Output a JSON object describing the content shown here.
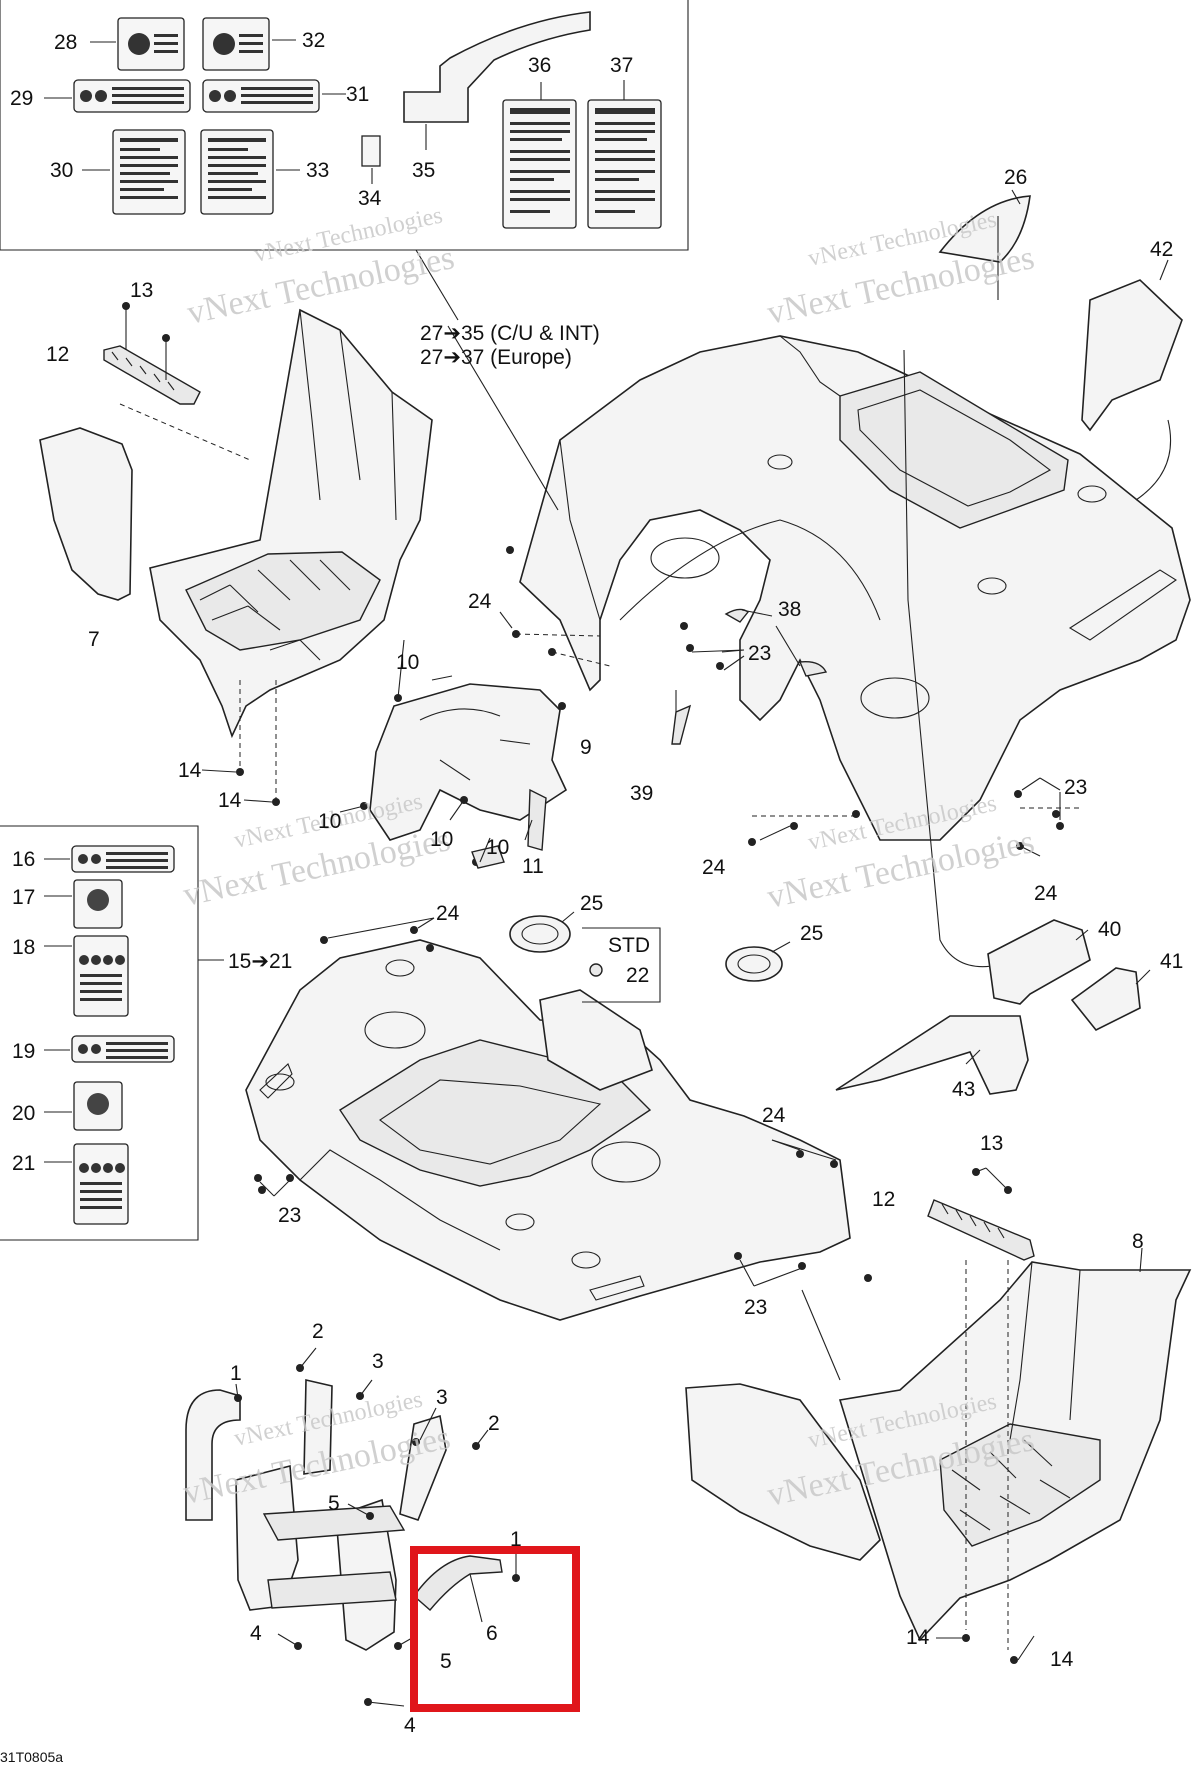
{
  "diagram_code": "31T0805a",
  "watermark": "vNext Technologies",
  "highlight_color": "#e0161b",
  "callouts": [
    {
      "id": "c28",
      "text": "28"
    },
    {
      "id": "c29",
      "text": "29"
    },
    {
      "id": "c30",
      "text": "30"
    },
    {
      "id": "c31",
      "text": "31"
    },
    {
      "id": "c32",
      "text": "32"
    },
    {
      "id": "c33",
      "text": "33"
    },
    {
      "id": "c34",
      "text": "34"
    },
    {
      "id": "c35",
      "text": "35"
    },
    {
      "id": "c36",
      "text": "36"
    },
    {
      "id": "c37",
      "text": "37"
    },
    {
      "id": "c26",
      "text": "26"
    },
    {
      "id": "c42",
      "text": "42"
    },
    {
      "id": "c13a",
      "text": "13"
    },
    {
      "id": "c12a",
      "text": "12"
    },
    {
      "id": "c7",
      "text": "7"
    },
    {
      "id": "c14a",
      "text": "14"
    },
    {
      "id": "c14b",
      "text": "14"
    },
    {
      "id": "c10a",
      "text": "10"
    },
    {
      "id": "c9",
      "text": "9"
    },
    {
      "id": "c10b",
      "text": "10"
    },
    {
      "id": "c10c",
      "text": "10"
    },
    {
      "id": "c10d",
      "text": "10"
    },
    {
      "id": "c11",
      "text": "11"
    },
    {
      "id": "c24a",
      "text": "24"
    },
    {
      "id": "c38",
      "text": "38"
    },
    {
      "id": "c23a",
      "text": "23"
    },
    {
      "id": "c39",
      "text": "39"
    },
    {
      "id": "c23b",
      "text": "23"
    },
    {
      "id": "c24b",
      "text": "24"
    },
    {
      "id": "c24c",
      "text": "24"
    },
    {
      "id": "c16",
      "text": "16"
    },
    {
      "id": "c17",
      "text": "17"
    },
    {
      "id": "c18",
      "text": "18"
    },
    {
      "id": "c19",
      "text": "19"
    },
    {
      "id": "c20",
      "text": "20"
    },
    {
      "id": "c21",
      "text": "21"
    },
    {
      "id": "c15to21",
      "text": "15➔21"
    },
    {
      "id": "c24d",
      "text": "24"
    },
    {
      "id": "c25a",
      "text": "25"
    },
    {
      "id": "c22",
      "text": "22"
    },
    {
      "id": "c25b",
      "text": "25"
    },
    {
      "id": "c40",
      "text": "40"
    },
    {
      "id": "c41",
      "text": "41"
    },
    {
      "id": "c43",
      "text": "43"
    },
    {
      "id": "c23c",
      "text": "23"
    },
    {
      "id": "c24e",
      "text": "24"
    },
    {
      "id": "c13b",
      "text": "13"
    },
    {
      "id": "c12b",
      "text": "12"
    },
    {
      "id": "c8",
      "text": "8"
    },
    {
      "id": "c23d",
      "text": "23"
    },
    {
      "id": "c2a",
      "text": "2"
    },
    {
      "id": "c1a",
      "text": "1"
    },
    {
      "id": "c3a",
      "text": "3"
    },
    {
      "id": "c3b",
      "text": "3"
    },
    {
      "id": "c2b",
      "text": "2"
    },
    {
      "id": "c5a",
      "text": "5"
    },
    {
      "id": "c1b",
      "text": "1"
    },
    {
      "id": "c6",
      "text": "6"
    },
    {
      "id": "c4a",
      "text": "4"
    },
    {
      "id": "c5b",
      "text": "5"
    },
    {
      "id": "c4b",
      "text": "4"
    },
    {
      "id": "c14c",
      "text": "14"
    },
    {
      "id": "c14d",
      "text": "14"
    }
  ],
  "notes": {
    "line1": "27➔35 (C/U & INT)",
    "line2": "27➔37 (Europe)",
    "std": "STD"
  }
}
